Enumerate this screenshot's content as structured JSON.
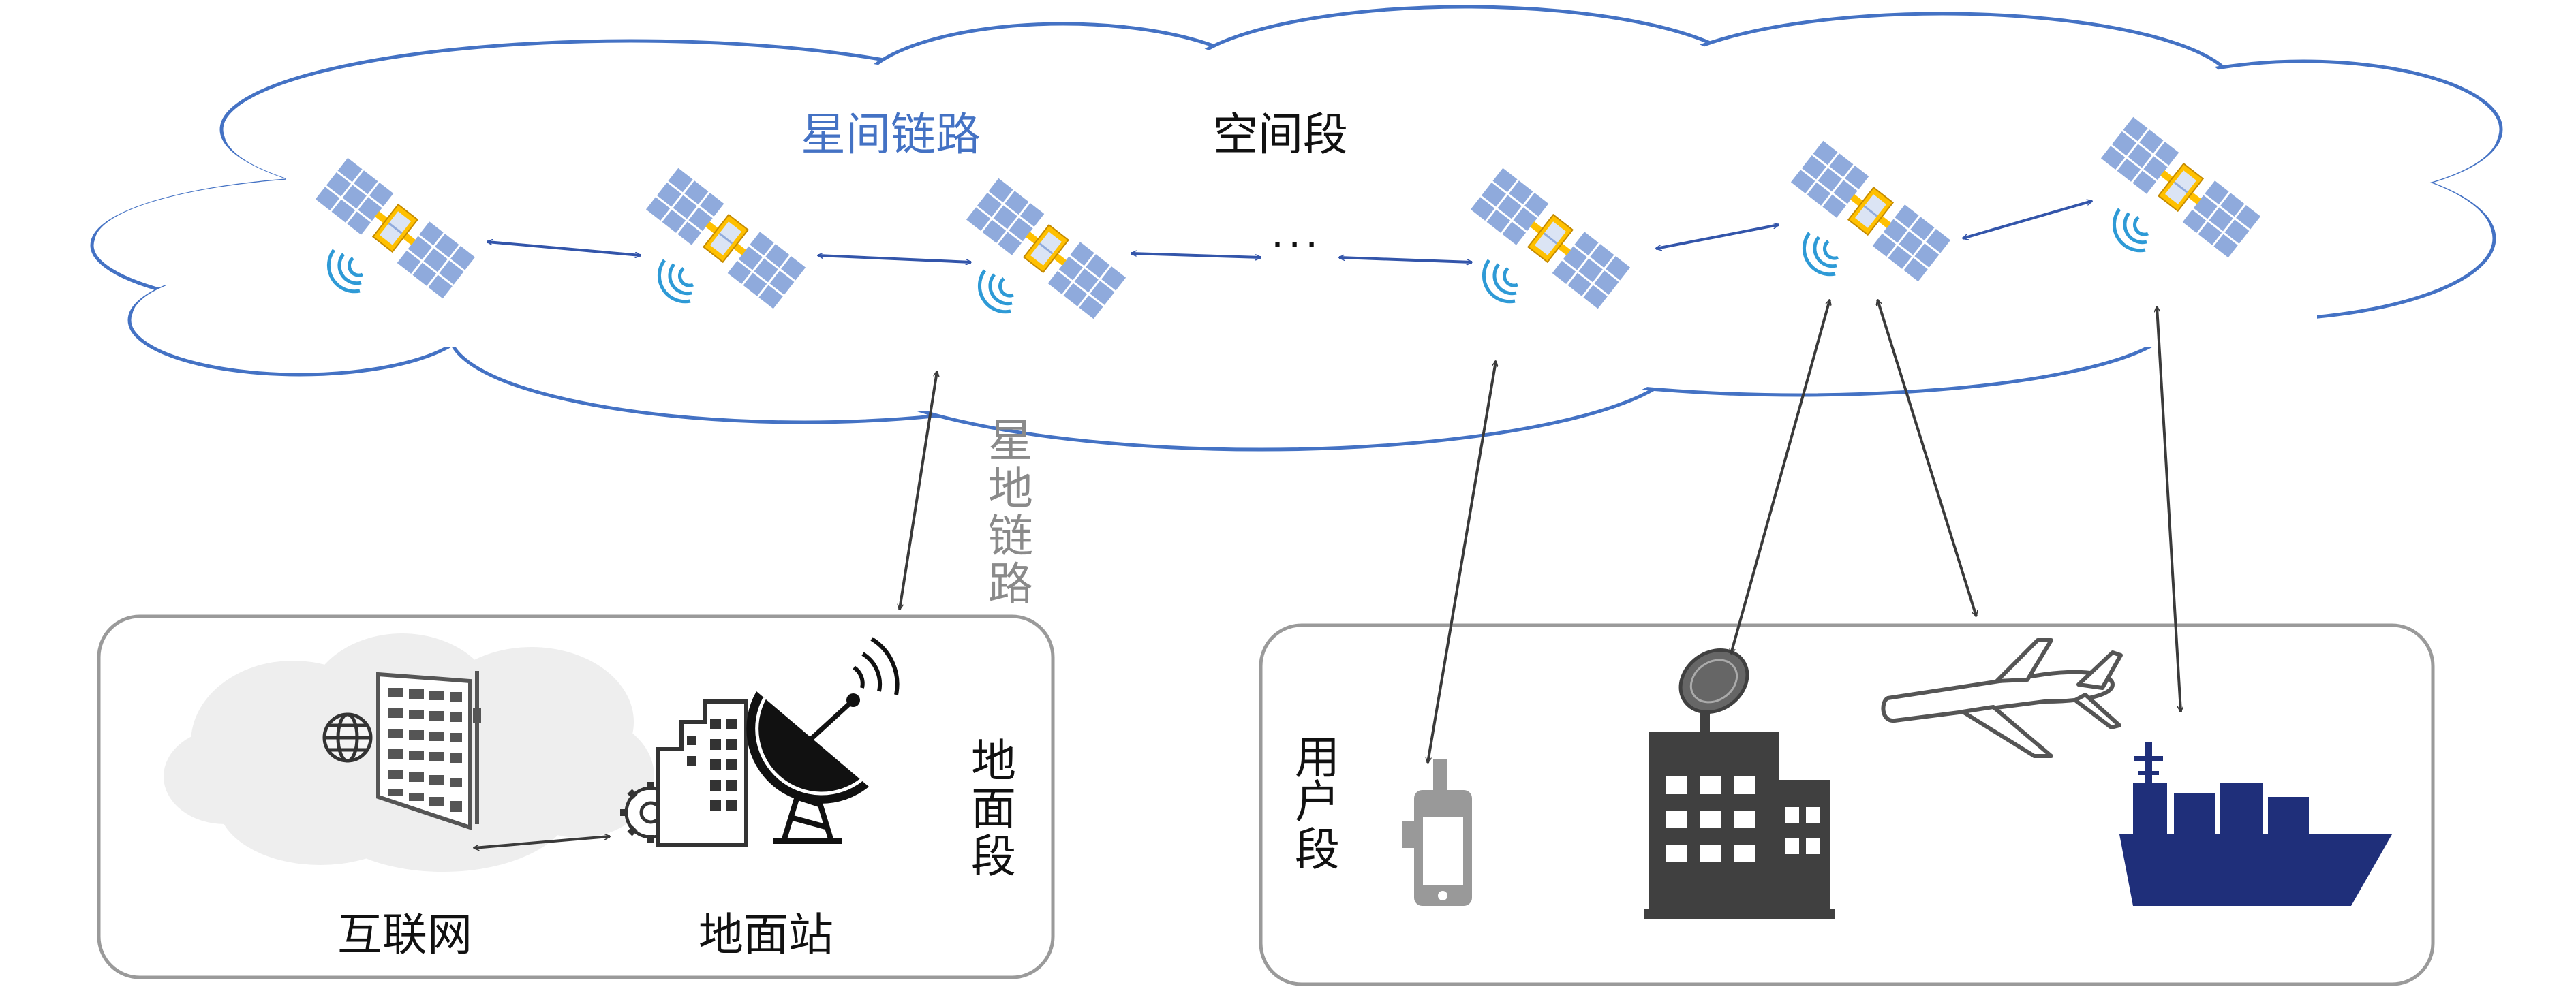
{
  "labels": {
    "isl": "星间链路",
    "space_segment": "空间段",
    "ellipsis": "···",
    "ground_link": [
      "星",
      "地",
      "链",
      "路"
    ],
    "ground_segment": [
      "地",
      "面",
      "段"
    ],
    "user_segment": [
      "用",
      "户",
      "段"
    ],
    "internet": "互联网",
    "ground_station": "地面站"
  },
  "icons": {
    "satellite": "satellite-icon",
    "server": "server-rack-icon",
    "globe": "globe-icon",
    "gear": "gear-icon",
    "building": "building-icon",
    "dish": "satellite-dish-icon",
    "phone": "mobile-phone-icon",
    "airplane": "airplane-icon",
    "ship": "ship-icon"
  },
  "colors": {
    "cloud_stroke": "#4472c4",
    "isl_text": "#4472c4",
    "panel_stroke": "#9a9a9a",
    "arrow": "#3a3a3a",
    "satellite_panel": "#8faadc",
    "satellite_body": "#ffc000",
    "ship": "#1f2f7a",
    "building": "#404040"
  }
}
